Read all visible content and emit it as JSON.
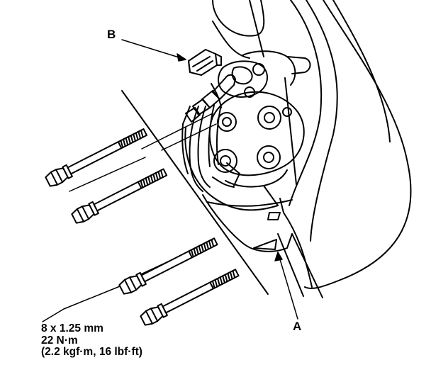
{
  "callouts": {
    "label_b": "B",
    "label_a": "A"
  },
  "torque_spec": {
    "line1": "8 x 1.25 mm",
    "line2": "22 N·m",
    "line3": "(2.2 kgf·m, 16 lbf·ft)"
  }
}
